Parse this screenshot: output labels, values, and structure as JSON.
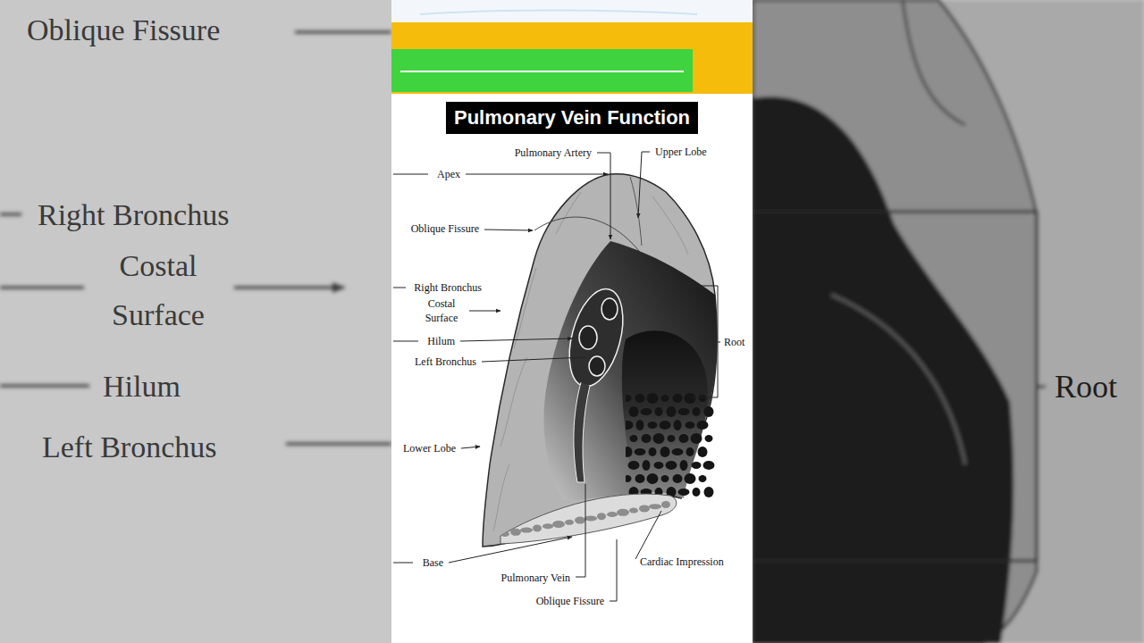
{
  "diagram": {
    "title": "Pulmonary Vein Function",
    "labels": [
      "Oblique Fissure",
      "Right Bronchus",
      "Costal Surface",
      "Hilum",
      "Left Bronchus",
      "Pulmonary Artery",
      "Upper Lobe",
      "Apex",
      "Oblique Fissure",
      "Right Bronchus",
      "Costal Surface",
      "Hilum",
      "Left Bronchus",
      "Root",
      "Lower Lobe",
      "Base",
      "Pulmonary Vein",
      "Cardiac Impression",
      "Oblique Fissure",
      "Root"
    ]
  }
}
